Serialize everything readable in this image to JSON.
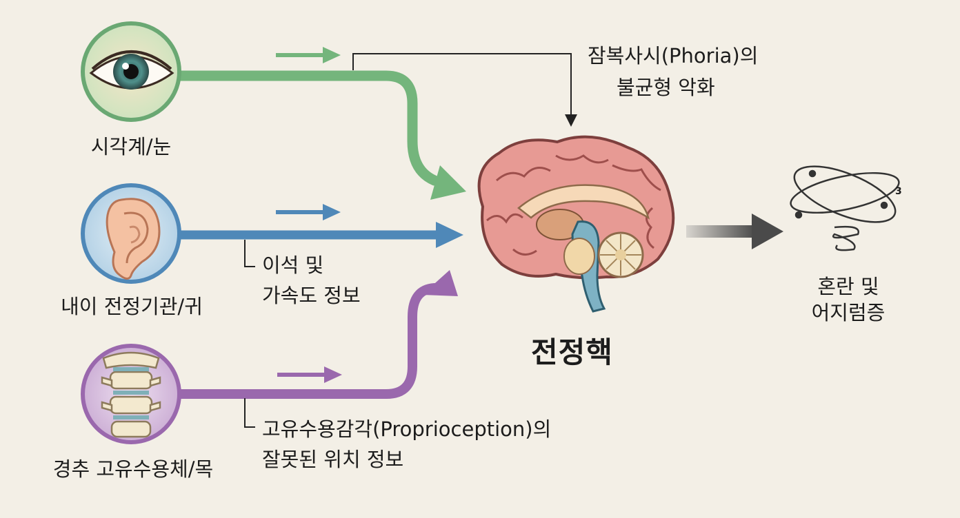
{
  "inputs": [
    {
      "label": "시각계/눈",
      "icon": "eye-icon",
      "color": "#74b57c"
    },
    {
      "label": "내이 전정기관/귀",
      "icon": "ear-icon",
      "color": "#4f88b8"
    },
    {
      "label": "경추 고유수용체/목",
      "icon": "spine-icon",
      "color": "#9a68ad"
    }
  ],
  "annotations": {
    "phoria": {
      "line1": "잠복사시(Phoria)의",
      "line2": "불균형 악화"
    },
    "inner_ear": {
      "line1": "이석 및",
      "line2": "가속도 정보"
    },
    "proprioception": {
      "line1": "고유수용감각(Proprioception)의",
      "line2": "잘못된 위치 정보"
    }
  },
  "center": {
    "label": "전정핵",
    "icon": "brain-icon"
  },
  "outcome": {
    "line1": "혼란 및",
    "line2": "어지럼증",
    "icon": "dizziness-swirl-icon",
    "mark": "3"
  },
  "colors": {
    "background": "#f3efe6",
    "arrow_dark": "#4a4a4a",
    "eye_ring": "#6aa873",
    "ear_ring": "#4f88b8",
    "spine_ring": "#9a68ad"
  }
}
